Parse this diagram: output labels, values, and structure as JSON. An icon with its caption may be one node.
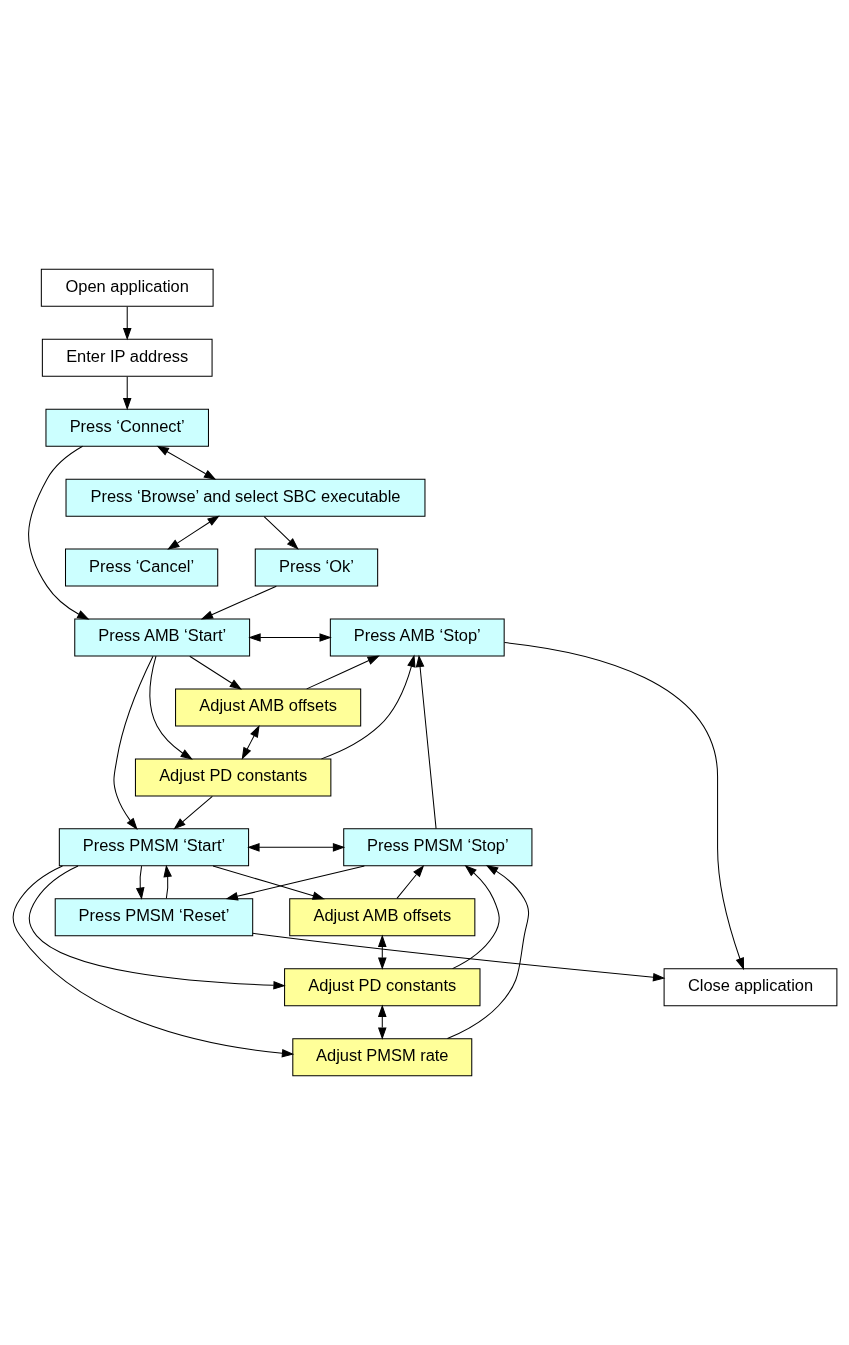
{
  "diagram": {
    "nodes": [
      {
        "text": [
          "Open application"
        ]
      },
      {
        "text": [
          "Enter IP address"
        ]
      },
      {
        "text": [
          "Press ‘Connect’"
        ]
      },
      {
        "text": [
          "Press ‘Browse’ and select SBC executable"
        ]
      },
      {
        "text": [
          "Press ‘Ok’"
        ]
      },
      {
        "text": [
          "Press ‘Cancel’"
        ]
      },
      {
        "text": [
          "Press AMB ‘Start’"
        ]
      },
      {
        "text": [
          "Press AMB ‘Stop’"
        ]
      },
      {
        "text": [
          "Adjust AMB offsets"
        ]
      },
      {
        "text": [
          "Adjust PD constants"
        ]
      },
      {
        "text": [
          "Press PMSM ‘Start’"
        ]
      },
      {
        "text": [
          "Press PMSM ‘Stop’"
        ]
      },
      {
        "text": [
          "Adjust AMB offsets"
        ]
      },
      {
        "text": [
          "Adjust PD constants"
        ]
      },
      {
        "text": [
          "Adjust PMSM rate"
        ]
      },
      {
        "text": [
          "Press PMSM ‘Reset’"
        ]
      },
      {
        "text": [
          "Close application"
        ]
      }
    ],
    "edges": [
      {
        "from": 0,
        "to": 1,
        "arrow": "to"
      },
      {
        "from": 1,
        "to": 2,
        "arrow": "to"
      },
      {
        "from": 2,
        "to": 3,
        "arrow": "both"
      },
      {
        "from": 2,
        "to": 6,
        "arrow": "to"
      },
      {
        "from": 3,
        "to": 4,
        "arrow": "to"
      },
      {
        "from": 3,
        "to": 5,
        "arrow": "both"
      },
      {
        "from": 4,
        "to": 6,
        "arrow": "to"
      },
      {
        "from": 6,
        "to": 7,
        "arrow": "both"
      },
      {
        "from": 7,
        "to": 16,
        "arrow": "to"
      },
      {
        "from": 6,
        "to": 8,
        "arrow": "to"
      },
      {
        "from": 6,
        "to": 9,
        "arrow": "to"
      },
      {
        "from": 6,
        "to": 10,
        "arrow": "to"
      },
      {
        "from": 8,
        "to": 7,
        "arrow": "to"
      },
      {
        "from": 8,
        "to": 9,
        "arrow": "both"
      },
      {
        "from": 9,
        "to": 7,
        "arrow": "to"
      },
      {
        "from": 9,
        "to": 10,
        "arrow": "to"
      },
      {
        "from": 10,
        "to": 11,
        "arrow": "both"
      },
      {
        "from": 11,
        "to": 7,
        "arrow": "to"
      },
      {
        "from": 10,
        "to": 12,
        "arrow": "to"
      },
      {
        "from": 10,
        "to": 13,
        "arrow": "to"
      },
      {
        "from": 10,
        "to": 14,
        "arrow": "to"
      },
      {
        "from": 10,
        "to": 15,
        "arrow": "to"
      },
      {
        "from": 12,
        "to": 11,
        "arrow": "to"
      },
      {
        "from": 12,
        "to": 13,
        "arrow": "both"
      },
      {
        "from": 13,
        "to": 11,
        "arrow": "to"
      },
      {
        "from": 13,
        "to": 14,
        "arrow": "both"
      },
      {
        "from": 14,
        "to": 11,
        "arrow": "to"
      },
      {
        "from": 11,
        "to": 15,
        "arrow": "to"
      },
      {
        "from": 15,
        "to": 10,
        "arrow": "to"
      },
      {
        "from": 15,
        "to": 16,
        "arrow": "to"
      }
    ]
  }
}
